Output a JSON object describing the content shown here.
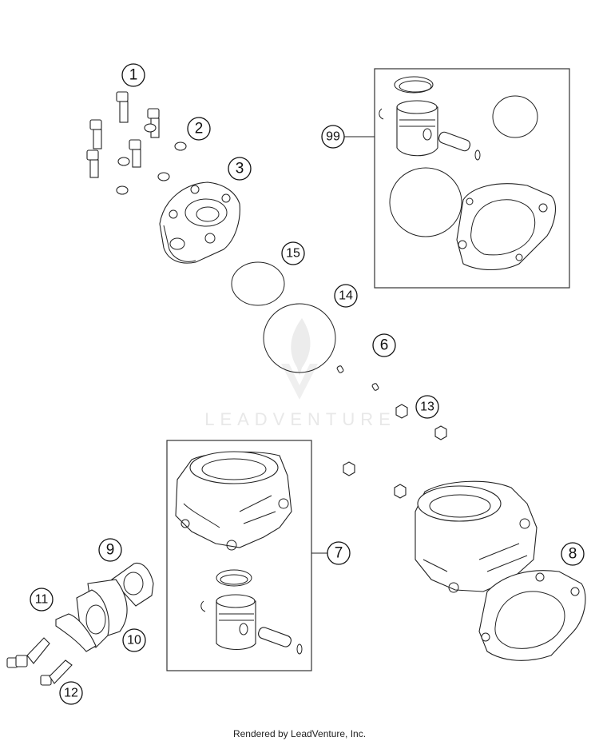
{
  "diagram": {
    "callouts": [
      "1",
      "2",
      "3",
      "99",
      "15",
      "14",
      "6",
      "13",
      "7",
      "8",
      "9",
      "10",
      "11",
      "12"
    ],
    "watermark": "LEADVENTURE",
    "footer": "Rendered by LeadVenture, Inc."
  }
}
